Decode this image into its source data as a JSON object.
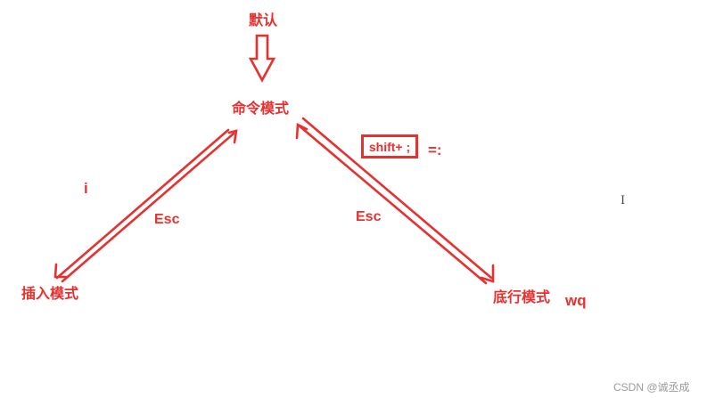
{
  "diagram": {
    "nodes": {
      "default": "默认",
      "command_mode": "命令模式",
      "insert_mode": "插入模式",
      "last_line_mode": "底行模式"
    },
    "edge_labels": {
      "to_insert": "i",
      "insert_to_command": "Esc",
      "to_last_line_key": "shift+ ;",
      "to_last_line_suffix": "=:",
      "last_line_to_command": "Esc",
      "last_line_cmd": "wq"
    },
    "cursor_glyph": "I",
    "watermark": "CSDN @诚丞成",
    "colors": {
      "accent": "#e8312f",
      "watermark": "#9a9a9a",
      "background": "#ffffff"
    }
  }
}
